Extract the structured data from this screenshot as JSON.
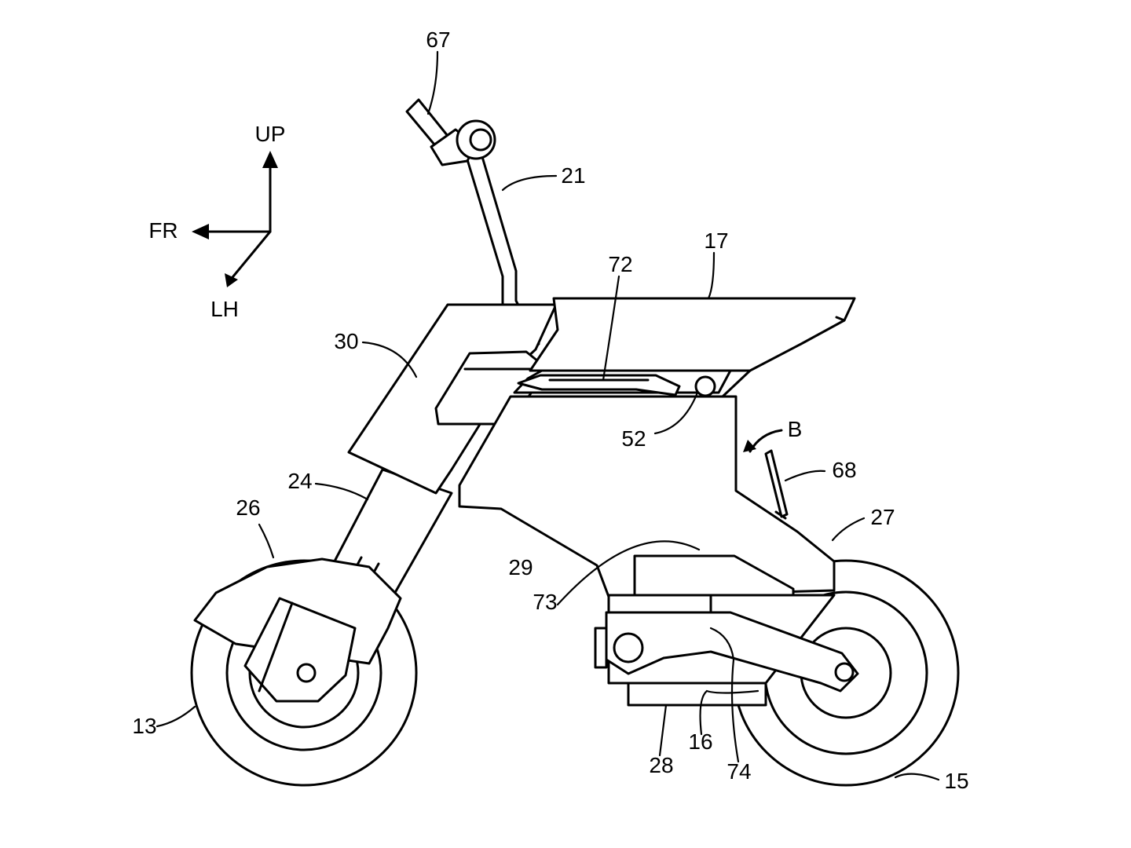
{
  "directions": {
    "up": "UP",
    "front": "FR",
    "left_hand": "LH"
  },
  "reference_numerals": {
    "handlebar_grip": "67",
    "steering_handle": "21",
    "seat": "17",
    "seat_mechanism": "72",
    "front_cover": "30",
    "pin": "52",
    "view_arrow": "B",
    "lever": "68",
    "front_fork": "24",
    "front_fender": "26",
    "body_frame": "29",
    "rear_frame": "27",
    "battery": "73",
    "front_wheel": "13",
    "bottom_plate": "28",
    "power_unit": "16",
    "swing_arm": "74",
    "rear_wheel": "15"
  }
}
